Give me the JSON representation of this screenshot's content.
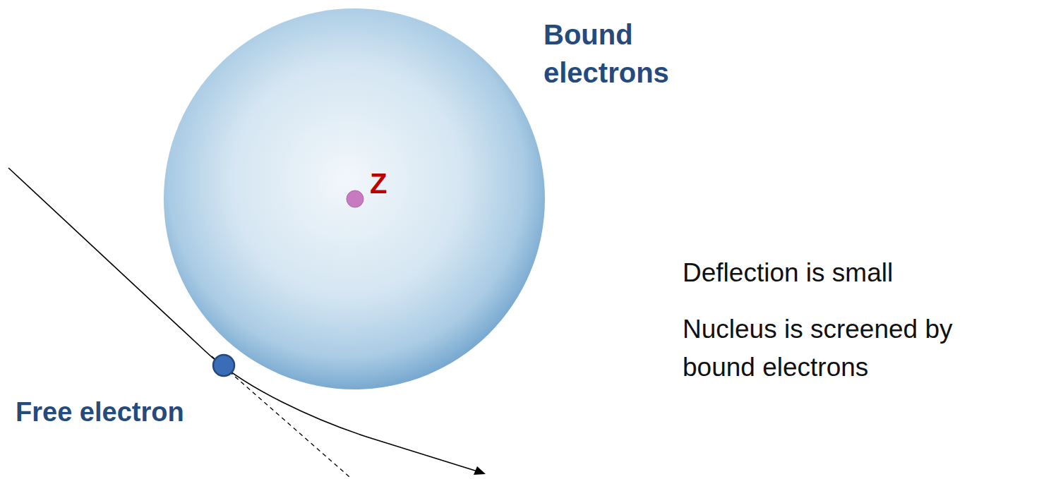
{
  "diagram": {
    "labels": [
      "Bound electrons",
      "Z",
      "Free electron",
      "Deflection is small",
      "Nucleus is screened by bound electrons"
    ]
  }
}
